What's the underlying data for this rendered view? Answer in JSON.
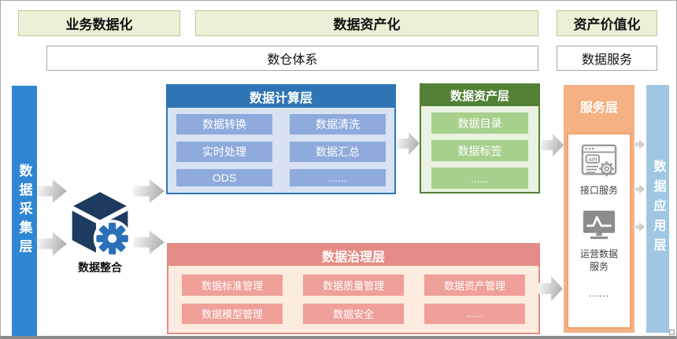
{
  "top_row": {
    "items": [
      {
        "label": "业务数据化"
      },
      {
        "label": "数据资产化"
      },
      {
        "label": "资产价值化"
      }
    ]
  },
  "second_row": {
    "warehouse": "数仓体系",
    "service": "数据服务"
  },
  "left_bar": {
    "label": "数据采集层"
  },
  "right_bar": {
    "label": "数据应用层"
  },
  "integration": {
    "label": "数据整合",
    "icon": "cube-gear-icon"
  },
  "computing_layer": {
    "title": "数据计算层",
    "items": [
      "数据转换",
      "数据清洗",
      "实时处理",
      "数据汇总",
      "ODS",
      "......"
    ]
  },
  "asset_layer": {
    "title": "数据资产层",
    "items": [
      "数据目录",
      "数据标签",
      "......"
    ]
  },
  "governance_layer": {
    "title": "数据治理层",
    "items": [
      "数据标准管理",
      "数据质量管理",
      "数据资产管理",
      "数据模型管理",
      "数据安全",
      "......"
    ]
  },
  "service_layer": {
    "title": "服务层",
    "items": [
      {
        "icon": "api-browser-icon",
        "label": "接口服务"
      },
      {
        "icon": "monitor-chart-icon",
        "label": "运营数据服务"
      }
    ],
    "more": "......"
  },
  "palette": {
    "phase_green_bg": "#ebf0d7",
    "compute_blue": "#2e75b6",
    "compute_cell": "#8faadc",
    "compute_body": "#d9e2f3",
    "asset_green": "#538135",
    "asset_cell": "#a8d08d",
    "governance_red": "#e58b85",
    "governance_cell": "#efa099",
    "service_orange": "#f4b183",
    "collect_bar_blue": "#2f86d3",
    "app_bar_blue": "#9fc7e2",
    "arrow_gray": "#a9a9a9"
  }
}
